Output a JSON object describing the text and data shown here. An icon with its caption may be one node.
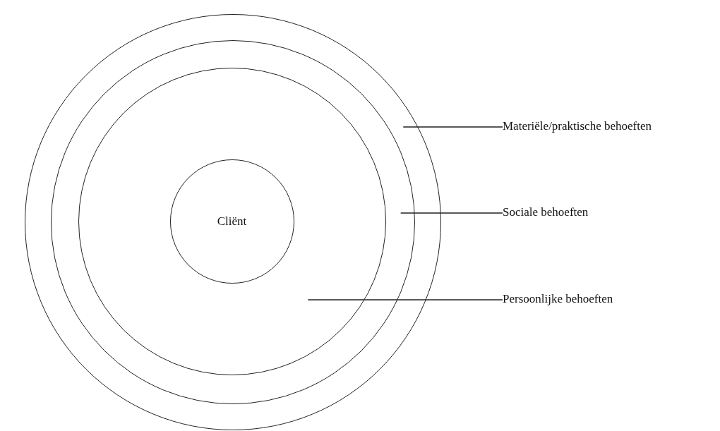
{
  "diagram": {
    "nodes": [
      {
        "text": [],
        "shape": "circle"
      },
      {
        "text": [],
        "shape": "circle",
        "in": 0
      },
      {
        "text": [],
        "shape": "circle",
        "in": 1
      },
      {
        "text": [
          "Cliënt"
        ],
        "in": 2
      },
      {
        "text": [
          "Materiële/praktische behoeften"
        ]
      },
      {
        "text": [
          "Sociale behoeften"
        ]
      },
      {
        "text": [
          "Persoonlijke behoeften"
        ]
      }
    ],
    "edges": [
      {
        "from": 4,
        "to": 0,
        "arrow": "none"
      },
      {
        "from": 5,
        "to": 1,
        "arrow": "none"
      },
      {
        "from": 6,
        "to": 2,
        "arrow": "none"
      }
    ]
  }
}
